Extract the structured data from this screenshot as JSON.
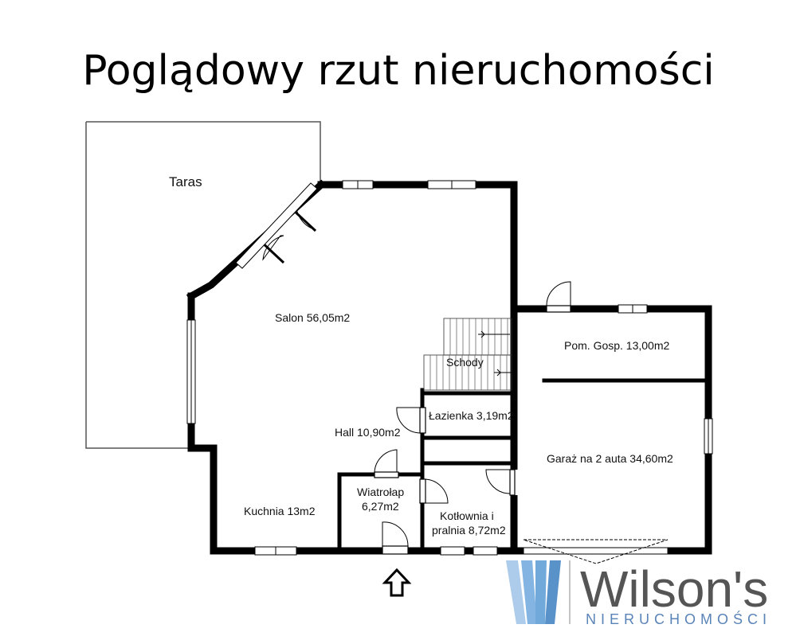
{
  "title": "Poglądowy rzut nieruchomości",
  "rooms": {
    "taras": "Taras",
    "salon": "Salon 56,05m2",
    "schody": "Schody",
    "lazienka": "Łazienka 3,19m2",
    "hall": "Hall 10,90m2",
    "wiatrolap_1": "Wiatrołap",
    "wiatrolap_2": "6,27m2",
    "kuchnia": "Kuchnia 13m2",
    "kotlownia_1": "Kotłownia i",
    "kotlownia_2": "pralnia 8,72m2",
    "pom_gosp": "Pom. Gosp. 13,00m2",
    "garaz": "Garaż na 2 auta 34,60m2"
  },
  "logo": {
    "word": "Wilson's",
    "subtitle": "NIERUCHOMOŚCI",
    "accent_color": "#5a9bd5",
    "text_color": "#555555"
  },
  "entrance_icon": "up-arrow-icon"
}
